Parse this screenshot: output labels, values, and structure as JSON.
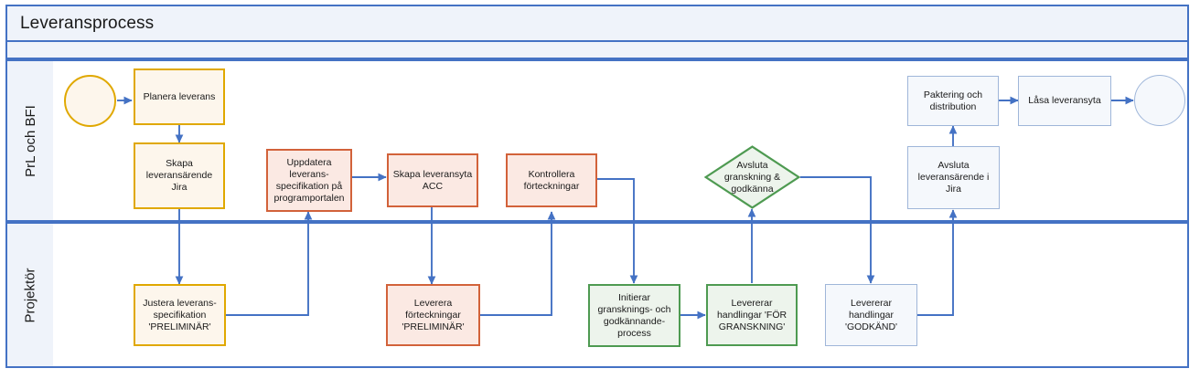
{
  "diagram": {
    "title": "Leveransprocess",
    "type": "swimlane-flowchart",
    "lanes": [
      {
        "id": "lane-prl",
        "label": "PrL och BFI"
      },
      {
        "id": "lane-projektor",
        "label": "Projektör"
      }
    ],
    "colors": {
      "frame": "#4472C4",
      "lane_header_fill": "#EFF3FA",
      "yellow_border": "#E0A800",
      "yellow_fill": "#FDF6EC",
      "orange_border": "#D2623A",
      "orange_fill": "#FBE9E3",
      "green_border": "#4E9A51",
      "green_fill": "#EDF4EC",
      "blue_border": "#9FB6D9",
      "blue_fill": "#F5F8FC",
      "connector": "#4472C4"
    }
  },
  "nodes": {
    "start": {
      "label": "",
      "lane": "PrL och BFI",
      "shape": "circle",
      "style": "yellow"
    },
    "planera_leverans": {
      "label": "Planera leverans",
      "lane": "PrL och BFI",
      "shape": "rect",
      "style": "yellow"
    },
    "skapa_leveransarende_jira": {
      "label": "Skapa leveransärende Jira",
      "lane": "PrL och BFI",
      "shape": "rect",
      "style": "yellow"
    },
    "justera_leveransspecifikation": {
      "label": "Justera leverans-specifikation 'PRELIMINÄR'",
      "lane": "Projektör",
      "shape": "rect",
      "style": "yellow"
    },
    "uppdatera_leveransspecifikation": {
      "label": "Uppdatera leverans-specifikation på programportalen",
      "lane": "PrL och BFI",
      "shape": "rect",
      "style": "orange"
    },
    "skapa_leveransyta_acc": {
      "label": "Skapa leveransyta ACC",
      "lane": "PrL och BFI",
      "shape": "rect",
      "style": "orange"
    },
    "leverera_forteckningar": {
      "label": "Leverera förteckningar 'PRELIMINÄR'",
      "lane": "Projektör",
      "shape": "rect",
      "style": "orange"
    },
    "kontrollera_forteckningar": {
      "label": "Kontrollera förteckningar",
      "lane": "PrL och BFI",
      "shape": "rect",
      "style": "orange"
    },
    "initierar_granskningsprocess": {
      "label": "Initierar gransknings- och godkännande-process",
      "lane": "Projektör",
      "shape": "rect",
      "style": "green"
    },
    "levererar_handlingar_granskning": {
      "label": "Levererar handlingar 'FÖR GRANSKNING'",
      "lane": "Projektör",
      "shape": "rect",
      "style": "green"
    },
    "avsluta_granskning_godkanna": {
      "label": "Avsluta granskning & godkänna",
      "lane": "PrL och BFI",
      "shape": "diamond",
      "style": "green"
    },
    "levererar_handlingar_godkand": {
      "label": "Levererar handlingar 'GODKÄND'",
      "lane": "Projektör",
      "shape": "rect",
      "style": "blue"
    },
    "avsluta_leveransarende_jira": {
      "label": "Avsluta leveransärende i Jira",
      "lane": "PrL och BFI",
      "shape": "rect",
      "style": "blue"
    },
    "paktering_distribution": {
      "label": "Paktering och distribution",
      "lane": "PrL och BFI",
      "shape": "rect",
      "style": "blue"
    },
    "lasa_leveransyta": {
      "label": "Låsa leveransyta",
      "lane": "PrL och BFI",
      "shape": "rect",
      "style": "blue"
    },
    "end": {
      "label": "",
      "lane": "PrL och BFI",
      "shape": "circle",
      "style": "blue"
    }
  },
  "node_text": {
    "planera_leverans": [
      "Planera leverans"
    ],
    "skapa_leveransarende_jira": [
      "Skapa",
      "leveransärende Jira"
    ],
    "justera_leveransspecifikation": [
      "Justera leverans-",
      "specifikation",
      "'PRELIMINÄR'"
    ],
    "uppdatera_leveransspecifikation": [
      "Uppdatera",
      "leverans-",
      "specifikation på",
      "programportalen"
    ],
    "skapa_leveransyta_acc": [
      "Skapa leveransyta",
      "ACC"
    ],
    "leverera_forteckningar": [
      "Leverera",
      "förteckningar",
      "'PRELIMINÄR'"
    ],
    "kontrollera_forteckningar": [
      "Kontrollera",
      "förteckningar"
    ],
    "initierar_granskningsprocess": [
      "Initierar",
      "gransknings- och",
      "godkännande-",
      "process"
    ],
    "levererar_handlingar_granskning": [
      "Levererar",
      "handlingar 'FÖR",
      "GRANSKNING'"
    ],
    "avsluta_granskning_godkanna": [
      "Avsluta",
      "granskning &",
      "godkänna"
    ],
    "levererar_handlingar_godkand": [
      "Levererar",
      "handlingar",
      "'GODKÄND'"
    ],
    "avsluta_leveransarende_jira": [
      "Avsluta",
      "leveransärende i",
      "Jira"
    ],
    "paktering_distribution": [
      "Paktering och",
      "distribution"
    ],
    "lasa_leveransyta": [
      "Låsa leveransyta"
    ]
  },
  "edges": [
    {
      "from": "start",
      "to": "planera_leverans"
    },
    {
      "from": "planera_leverans",
      "to": "skapa_leveransarende_jira"
    },
    {
      "from": "skapa_leveransarende_jira",
      "to": "justera_leveransspecifikation"
    },
    {
      "from": "justera_leveransspecifikation",
      "to": "uppdatera_leveransspecifikation"
    },
    {
      "from": "uppdatera_leveransspecifikation",
      "to": "skapa_leveransyta_acc"
    },
    {
      "from": "skapa_leveransyta_acc",
      "to": "leverera_forteckningar"
    },
    {
      "from": "leverera_forteckningar",
      "to": "kontrollera_forteckningar"
    },
    {
      "from": "kontrollera_forteckningar",
      "to": "initierar_granskningsprocess"
    },
    {
      "from": "initierar_granskningsprocess",
      "to": "levererar_handlingar_granskning"
    },
    {
      "from": "levererar_handlingar_granskning",
      "to": "avsluta_granskning_godkanna"
    },
    {
      "from": "avsluta_granskning_godkanna",
      "to": "levererar_handlingar_godkand"
    },
    {
      "from": "levererar_handlingar_godkand",
      "to": "avsluta_leveransarende_jira"
    },
    {
      "from": "avsluta_leveransarende_jira",
      "to": "paktering_distribution"
    },
    {
      "from": "paktering_distribution",
      "to": "lasa_leveransyta"
    },
    {
      "from": "lasa_leveransyta",
      "to": "end"
    }
  ]
}
